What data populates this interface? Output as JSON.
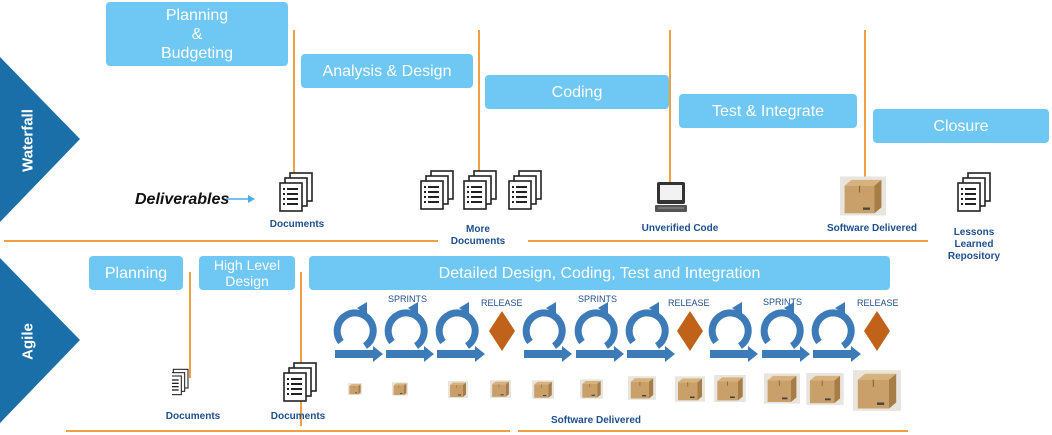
{
  "waterfall": {
    "side_label": "Waterfall",
    "phases": [
      "Planning\n&\nBudgeting",
      "Analysis & Design",
      "Coding",
      "Test & Integrate",
      "Closure"
    ],
    "deliverables_label": "Deliverables",
    "outputs": [
      "Documents",
      "More\nDocuments",
      "Unverified Code",
      "Software Delivered",
      "Lessons\nLearned\nRepository"
    ]
  },
  "agile": {
    "side_label": "Agile",
    "phases": [
      "Planning",
      "High Level\nDesign",
      "Detailed Design, Coding, Test and Integration"
    ],
    "sprint_label": "SPRINTS",
    "release_label": "RELEASE",
    "outputs": [
      "Documents",
      "Documents",
      "Software Delivered"
    ]
  },
  "colors": {
    "phase_fill": "#6fc7f4",
    "connector": "#f0a040",
    "chevron": "#1a6fa8",
    "sprint_arrow": "#3d7ab8",
    "release_diamond": "#c0621a",
    "box": "#c9a06a",
    "label_text": "#1f4e8c"
  },
  "icons": {
    "documents": "document-stack-icon",
    "code": "computer-icon",
    "software": "cardboard-box-icon",
    "sprint": "circular-arrow-icon",
    "release": "diamond-icon"
  }
}
